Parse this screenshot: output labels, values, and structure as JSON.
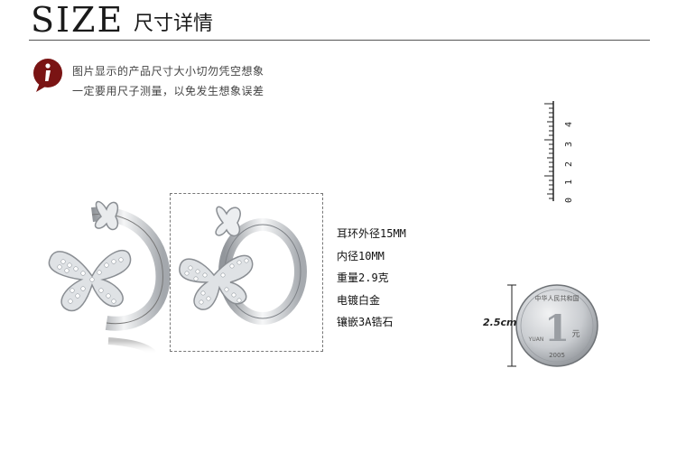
{
  "header": {
    "title": "SIZE",
    "subtitle": "尺寸详情"
  },
  "notice": {
    "line1": "图片显示的产品尺寸大小切勿凭空想象",
    "line2": "一定要用尺子测量，以免发生想象误差"
  },
  "specs": [
    "耳环外径15MM",
    "内径10MM",
    "重量2.9克",
    "电镀白金",
    "镶嵌3A锆石"
  ],
  "ruler": {
    "marks": [
      "0",
      "1",
      "2",
      "3",
      "4"
    ]
  },
  "coin": {
    "label": "2.5cm",
    "text_top": "中华人民共和国",
    "denomination": "1",
    "unit": "元",
    "year": "2005",
    "pinyin": "YUAN"
  },
  "colors": {
    "notice_icon": "#7a1414",
    "metal": "#cfd2d6",
    "header_rule": "#555555"
  },
  "icons": {
    "notice": "info-bubble-icon"
  }
}
